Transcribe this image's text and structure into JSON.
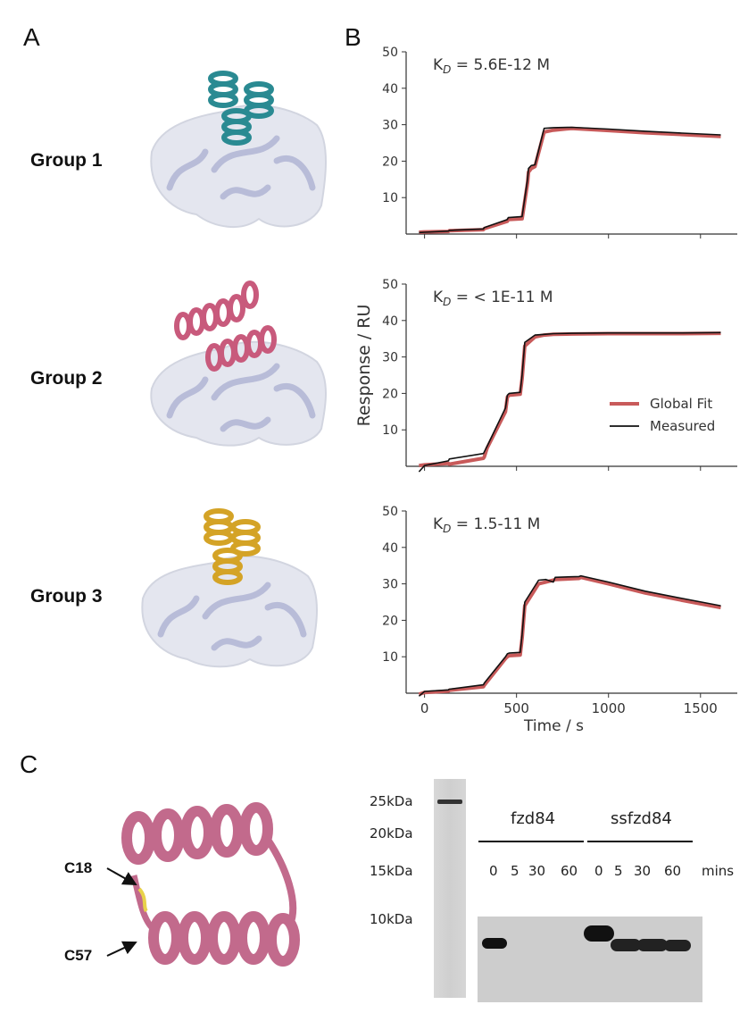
{
  "panels": {
    "a": "A",
    "b": "B",
    "c": "C"
  },
  "groups": [
    "Group 1",
    "Group 2",
    "Group 3"
  ],
  "colors": {
    "group1_helix": "#2a8a92",
    "group2_helix": "#c85a7c",
    "group3_helix": "#d4a326",
    "receptor": "#b8bcd8",
    "surface": "#e4e6ef",
    "fit": "#c85a5a",
    "measured": "#111111",
    "c_helix": "#c26a8c",
    "disulfide": "#e8d24a"
  },
  "chart_data": [
    {
      "type": "line",
      "annotation": "K_D = 5.6E-12 M",
      "ylim": [
        0,
        50
      ],
      "yticks": [
        10,
        20,
        30,
        40,
        50
      ],
      "xlim": [
        -100,
        1700
      ],
      "series": [
        {
          "name": "Global Fit",
          "x": [
            -30,
            0,
            130,
            135,
            320,
            325,
            450,
            455,
            530,
            560,
            565,
            580,
            600,
            650,
            700,
            800,
            1000,
            1200,
            1400,
            1610
          ],
          "y": [
            0.5,
            0.6,
            0.7,
            0.9,
            1.2,
            1.5,
            3.5,
            4,
            4.2,
            14,
            17,
            18,
            18.5,
            28,
            28.5,
            29,
            28.4,
            27.8,
            27.3,
            26.8
          ]
        },
        {
          "name": "Measured",
          "x": [
            -30,
            0,
            130,
            135,
            320,
            325,
            450,
            455,
            530,
            560,
            565,
            580,
            600,
            650,
            700,
            800,
            1000,
            1200,
            1400,
            1610
          ],
          "y": [
            0.4,
            0.5,
            0.8,
            1.0,
            1.4,
            1.8,
            4.0,
            4.5,
            4.8,
            15,
            18,
            18.8,
            19,
            29,
            29.2,
            29.3,
            28.8,
            28.2,
            27.7,
            27.2
          ]
        }
      ]
    },
    {
      "type": "line",
      "annotation": "K_D = < 1E-11 M",
      "ylim": [
        0,
        50
      ],
      "yticks": [
        10,
        20,
        30,
        40,
        50
      ],
      "xlim": [
        -100,
        1700
      ],
      "legend": [
        "Global Fit",
        "Measured"
      ],
      "series": [
        {
          "name": "Global Fit",
          "x": [
            -30,
            0,
            130,
            135,
            320,
            325,
            340,
            440,
            450,
            460,
            520,
            530,
            545,
            600,
            650,
            700,
            800,
            1000,
            1200,
            1400,
            1610
          ],
          "y": [
            0.2,
            0.4,
            0.8,
            0.6,
            2.2,
            2.6,
            5.0,
            15,
            19,
            19.5,
            19.8,
            24,
            33,
            35.5,
            36,
            36.2,
            36.3,
            36.4,
            36.4,
            36.4,
            36.5
          ]
        },
        {
          "name": "Measured",
          "x": [
            -30,
            0,
            130,
            135,
            320,
            325,
            340,
            440,
            450,
            460,
            520,
            530,
            545,
            600,
            650,
            700,
            800,
            1000,
            1200,
            1400,
            1610
          ],
          "y": [
            -1.5,
            0.2,
            1.5,
            2.0,
            3.5,
            4.0,
            5.5,
            16,
            19.5,
            20,
            20.3,
            25,
            34,
            36,
            36.2,
            36.4,
            36.5,
            36.6,
            36.6,
            36.6,
            36.7
          ]
        }
      ]
    },
    {
      "type": "line",
      "annotation": "K_D = 1.5-11 M",
      "ylim": [
        0,
        50
      ],
      "yticks": [
        10,
        20,
        30,
        40,
        50
      ],
      "xlim": [
        -100,
        1700
      ],
      "xticks": [
        0,
        500,
        1000,
        1500
      ],
      "xlabel": "Time / s",
      "series": [
        {
          "name": "Global Fit",
          "x": [
            -30,
            0,
            130,
            135,
            320,
            325,
            440,
            450,
            460,
            520,
            530,
            545,
            620,
            660,
            700,
            710,
            840,
            850,
            1000,
            1200,
            1400,
            1610
          ],
          "y": [
            -0.3,
            0.2,
            0.6,
            0.8,
            1.8,
            2.2,
            9.5,
            10,
            10.3,
            10.5,
            15,
            24,
            30,
            30.5,
            31,
            31.2,
            31.5,
            31.8,
            30,
            27.5,
            25.5,
            23.5
          ]
        },
        {
          "name": "Measured",
          "x": [
            -30,
            0,
            130,
            135,
            320,
            325,
            440,
            450,
            460,
            520,
            530,
            545,
            620,
            660,
            700,
            710,
            840,
            850,
            1000,
            1200,
            1400,
            1610
          ],
          "y": [
            -0.8,
            0.5,
            0.9,
            1.1,
            2.3,
            2.8,
            10,
            10.8,
            11,
            11.2,
            16,
            25,
            31,
            31.2,
            30.5,
            31.8,
            32,
            32.2,
            30.5,
            28,
            26,
            24
          ]
        }
      ]
    }
  ],
  "y_axis_label": "Response / RU",
  "c_panel": {
    "cys_top": "C18",
    "cys_bottom": "C57",
    "ladder": [
      "25kDa",
      "20kDa",
      "15kDa",
      "10kDa"
    ],
    "constructs": [
      "fzd84",
      "ssfzd84"
    ],
    "lanes": [
      "0",
      "5",
      "30",
      "60",
      "0",
      "5",
      "30",
      "60"
    ],
    "unit": "mins"
  }
}
